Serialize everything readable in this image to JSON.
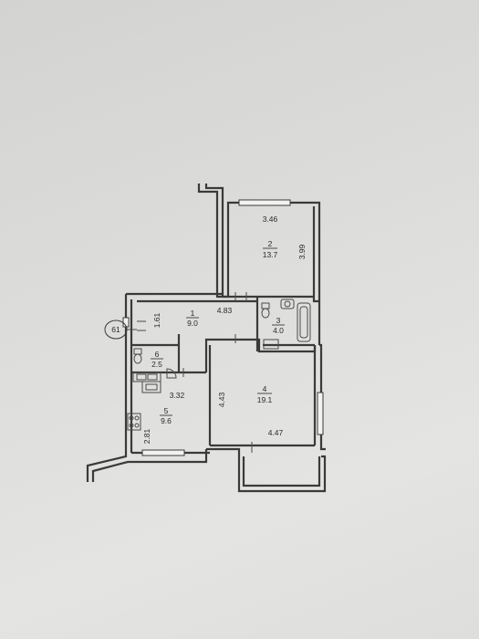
{
  "plan": {
    "apartment_number": "61",
    "rooms": [
      {
        "id": "room-1",
        "number": "1",
        "area": "9.0"
      },
      {
        "id": "room-2",
        "number": "2",
        "area": "13.7"
      },
      {
        "id": "room-3",
        "number": "3",
        "area": "4.0"
      },
      {
        "id": "room-4",
        "number": "4",
        "area": "19.1"
      },
      {
        "id": "room-5",
        "number": "5",
        "area": "9.6"
      },
      {
        "id": "room-6",
        "number": "6",
        "area": "2.5"
      }
    ],
    "dimensions": {
      "room2_width": "3.46",
      "room2_depth": "3.99",
      "room1_width": "4.83",
      "room1_depth": "1.61",
      "room5_width": "3.32",
      "room5_depth": "2.81",
      "room4_depth": "4.43",
      "room4_width": "4.47"
    }
  }
}
